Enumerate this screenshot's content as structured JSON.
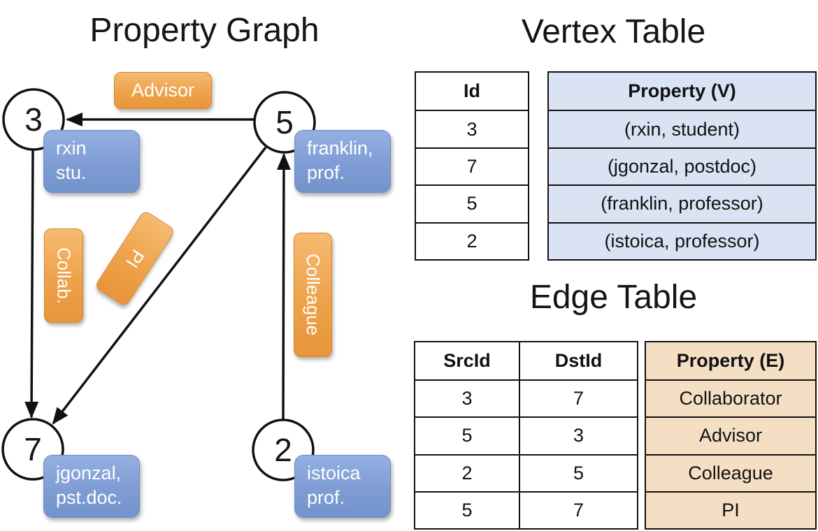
{
  "graph": {
    "title": "Property Graph",
    "nodes": [
      {
        "id": "3"
      },
      {
        "id": "5"
      },
      {
        "id": "7"
      },
      {
        "id": "2"
      }
    ],
    "vertex_labels": [
      {
        "node": "3",
        "text": "rxin\nstu."
      },
      {
        "node": "5",
        "text": "franklin,\nprof."
      },
      {
        "node": "7",
        "text": "jgonzal,\npst.doc."
      },
      {
        "node": "2",
        "text": "istoica\nprof."
      }
    ],
    "edges": [
      {
        "src": "5",
        "dst": "3",
        "label": "Advisor"
      },
      {
        "src": "3",
        "dst": "7",
        "label": "Collab."
      },
      {
        "src": "5",
        "dst": "7",
        "label": "PI"
      },
      {
        "src": "2",
        "dst": "5",
        "label": "Colleague"
      }
    ]
  },
  "vertex_table": {
    "title": "Vertex Table",
    "columns": {
      "id": "Id",
      "property": "Property (V)"
    },
    "rows": [
      {
        "id": "3",
        "property": "(rxin, student)"
      },
      {
        "id": "7",
        "property": "(jgonzal, postdoc)"
      },
      {
        "id": "5",
        "property": "(franklin, professor)"
      },
      {
        "id": "2",
        "property": "(istoica, professor)"
      }
    ]
  },
  "edge_table": {
    "title": "Edge Table",
    "columns": {
      "src": "SrcId",
      "dst": "DstId",
      "property": "Property (E)"
    },
    "rows": [
      {
        "src": "3",
        "dst": "7",
        "property": "Collaborator"
      },
      {
        "src": "5",
        "dst": "3",
        "property": "Advisor"
      },
      {
        "src": "2",
        "dst": "5",
        "property": "Colleague"
      },
      {
        "src": "5",
        "dst": "7",
        "property": "PI"
      }
    ]
  },
  "colors": {
    "edge_label_orange": "#EDA24A",
    "vertex_label_blue": "#7F9DD4",
    "vertex_property_cell": "#DAE3F3",
    "edge_property_cell": "#F5DFC4",
    "line_black": "#111111"
  }
}
